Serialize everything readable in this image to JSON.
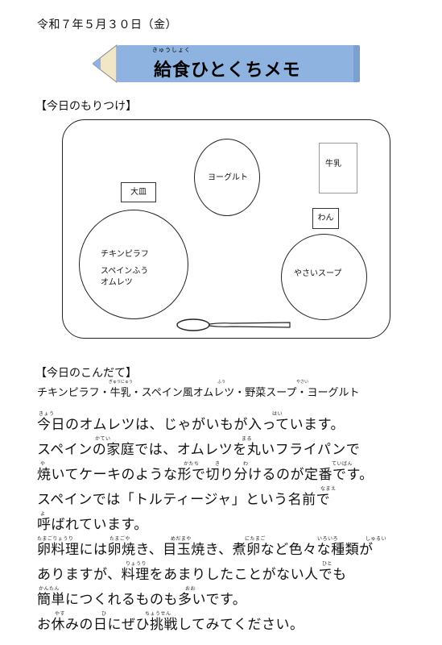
{
  "date": "令和７年５月３０日（金）",
  "banner": {
    "title": "給食ひとくちメモ",
    "ruby": "きゅうしょく",
    "color": "#8fb3e0"
  },
  "section_moritsuke": "【今日のもりつけ】",
  "tray": {
    "yogurt": "ヨーグルト",
    "milk": "牛乳",
    "plate_box": "大皿",
    "bowl_box": "わん",
    "plate_lines": [
      "チキンピラフ",
      "スペインふう",
      "オムレツ"
    ],
    "soup": "やさいスープ"
  },
  "section_kondate": "【今日のこんだて】",
  "menu": {
    "line": "チキンピラフ・牛乳・スペイン風オムレツ・野菜スープ・ヨーグルト",
    "ruby": [
      "ぎゅうにゅう",
      "ふう",
      "やさい"
    ]
  },
  "body": {
    "lines": [
      "今日のオムレツは、じゃがいもが入っています。",
      "スペインの家庭では、オムレツを丸いフライパンで",
      "焼いてケーキのような形で切り分けるのが定番です。",
      "スペインでは「トルティージャ」という名前で",
      "呼ばれています。",
      "卵料理には卵焼き、目玉焼き、煮卵など色々な種類が",
      "ありますが、料理をあまりしたことがない人でも",
      "簡単につくれるものも多いです。",
      "お休みの日にぜひ挑戦してみてください。"
    ],
    "ruby": {
      "l1": [
        "きょう",
        "はい"
      ],
      "l2": [
        "かてい",
        "まる"
      ],
      "l3": [
        "や",
        "かたち",
        "き",
        "わ",
        "ていばん"
      ],
      "l4": [
        "なまえ"
      ],
      "l5": [
        "よ"
      ],
      "l6": [
        "たまごりょうり",
        "たまごや",
        "めだまや",
        "にたまご",
        "いろいろ",
        "しゅるい"
      ],
      "l7": [
        "りょうり",
        "ひと"
      ],
      "l8": [
        "かんたん",
        "おお"
      ],
      "l9": [
        "やす",
        "ひ",
        "ちょうせん"
      ]
    }
  }
}
